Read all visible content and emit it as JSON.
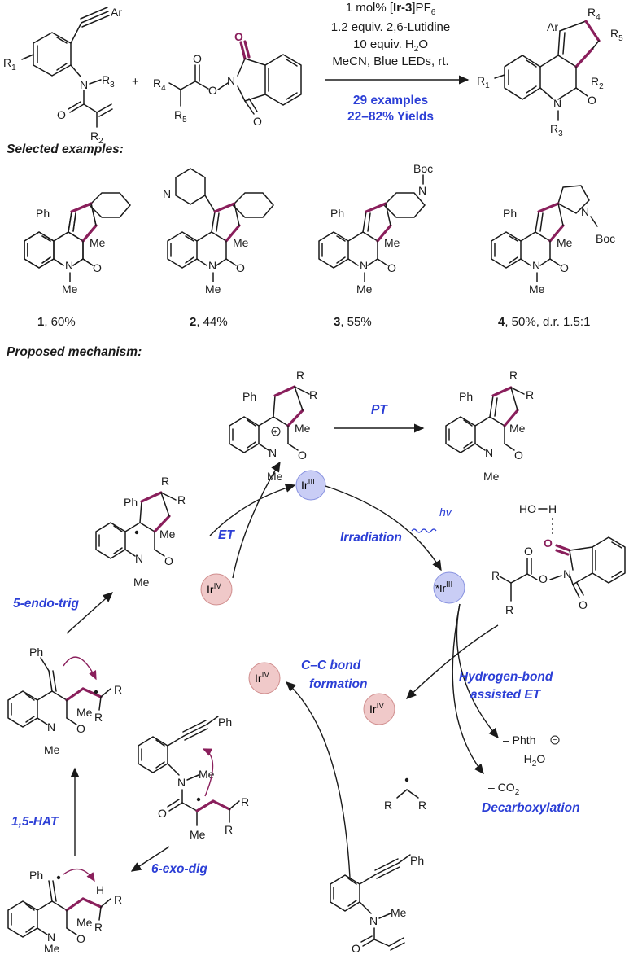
{
  "conditions": {
    "line1": "1 mol% [Ir-3]PF6",
    "line2": "1.2 equiv. 2,6-Lutidine",
    "line3": "10 equiv. H2O",
    "line4": "MeCN, Blue LEDs, rt.",
    "summary1": "29 examples",
    "summary2": "22–82% Yields"
  },
  "headings": {
    "selected": "Selected examples:",
    "mechanism": "Proposed mechanism:"
  },
  "examples": [
    {
      "num": "1",
      "yield": ", 60%"
    },
    {
      "num": "2",
      "yield": ", 44%"
    },
    {
      "num": "3",
      "yield": ", 55%"
    },
    {
      "num": "4",
      "yield": ", 50%, d.r. 1.5:1"
    }
  ],
  "steps": {
    "pt": "PT",
    "et": "ET",
    "irradiation": "Irradiation",
    "hv": "hv",
    "endo": "5-endo-trig",
    "hbond1": "Hydrogen-bond",
    "hbond2": "assisted ET",
    "cc1": "C–C bond",
    "cc2": "formation",
    "hat": "1,5-HAT",
    "exodig": "6-exo-dig",
    "decarb": "Decarboxylation",
    "phth": "– Phth",
    "h2o": "– H2O",
    "co2": "– CO2"
  },
  "catalyst": {
    "ir3": "Ir",
    "ir3_ox": "III",
    "ir4": "Ir",
    "ir4_ox": "IV",
    "excited": "*Ir",
    "excited_ox": "III"
  },
  "colors": {
    "accent_blue": "#2c3fd6",
    "bond_highlight": "#8a1f5c",
    "ir3_fill": "#c9cdf5",
    "ir4_fill": "#f0c9c9"
  },
  "labels": {
    "ar": "Ar",
    "r1": "R1",
    "r2": "R2",
    "r3": "R3",
    "r4": "R4",
    "r5": "R5",
    "n": "N",
    "o": "O",
    "h": "H",
    "r": "R",
    "ph": "Ph",
    "me": "Me",
    "boc": "Boc"
  }
}
